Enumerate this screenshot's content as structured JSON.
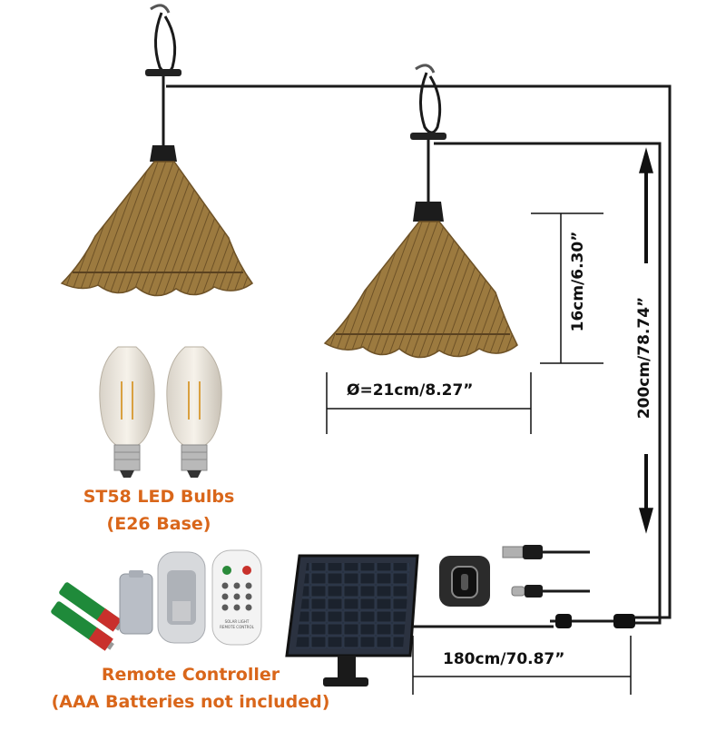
{
  "dimensions": {
    "diameter": "Ø=21cm/8.27”",
    "shade_height": "16cm/6.30”",
    "hang_length": "200cm/78.74”",
    "panel_cable": "180cm/70.87”"
  },
  "bulbs": {
    "title": "ST58 LED Bulbs",
    "subtitle": "(E26 Base)"
  },
  "remote": {
    "title": "Remote Controller",
    "note": "(AAA Batteries not included)",
    "label_text": "SOLAR LIGHT REMOTE CONTROL"
  },
  "colors": {
    "accent": "#d9661a",
    "rattan": "#9c7a3f",
    "rattan_dark": "#6e5227",
    "cable": "#1a1a1a",
    "panel": "#1f2630"
  }
}
